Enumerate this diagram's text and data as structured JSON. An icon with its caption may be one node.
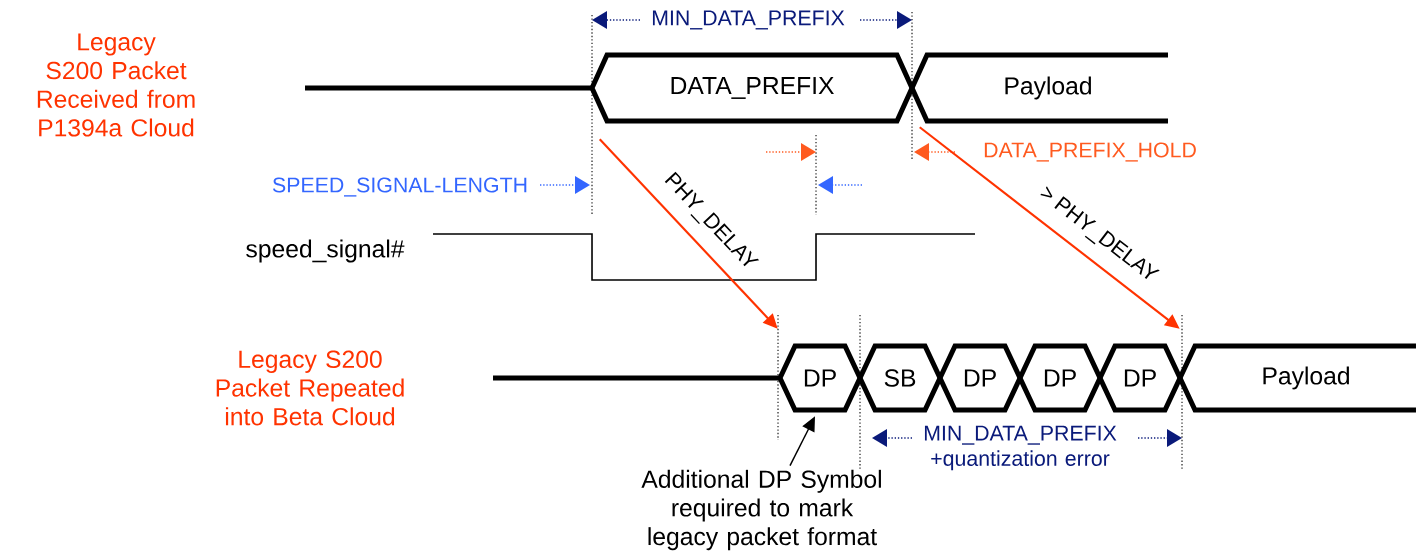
{
  "diagram": {
    "nodes": [
      {
        "text": [
          "DATA_PREFIX"
        ]
      },
      {
        "text": [
          "Payload"
        ]
      },
      {
        "text": [
          "DP"
        ]
      },
      {
        "text": [
          "SB"
        ]
      },
      {
        "text": [
          "DP"
        ]
      },
      {
        "text": [
          "DP"
        ]
      },
      {
        "text": [
          "DP"
        ]
      },
      {
        "text": [
          "Payload"
        ]
      },
      {
        "text": [
          "Additional DP Symbol required to mark legacy packet format"
        ]
      }
    ],
    "edges": [
      {
        "from": 0,
        "to": 2,
        "arrow": "to",
        "label": "PHY_DELAY",
        "color": "#ff3300"
      },
      {
        "from": 1,
        "to": 7,
        "arrow": "to",
        "label": "> PHY_DELAY",
        "color": "#ff3300"
      },
      {
        "from": 8,
        "to": 2,
        "arrow": "to",
        "color": "#000000"
      }
    ],
    "labels": [
      "MIN_DATA_PREFIX",
      "Legacy S200 Packet Received from P1394a Cloud",
      "DATA_PREFIX_HOLD",
      "SPEED_SIGNAL-LENGTH",
      "speed_signal#",
      "Legacy S200 Packet Repeated into Beta Cloud",
      "MIN_DATA_PREFIX +quantization error"
    ]
  }
}
